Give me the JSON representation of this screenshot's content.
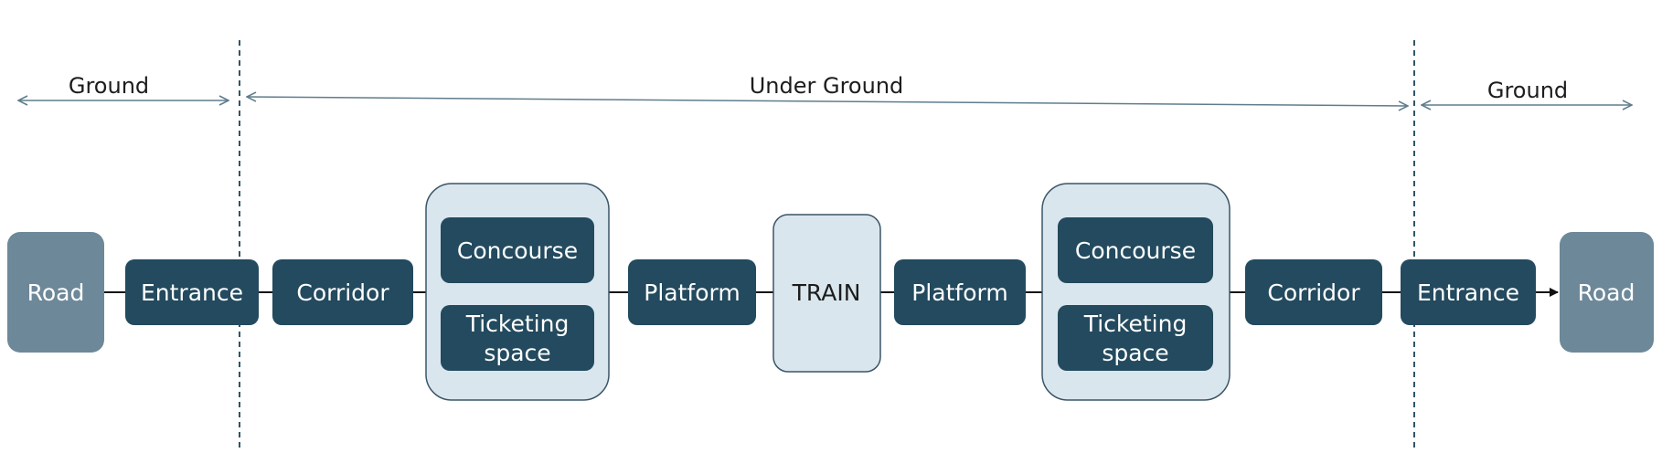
{
  "zones": {
    "ground_left": "Ground",
    "under_ground": "Under Ground",
    "ground_right": "Ground"
  },
  "nodes": {
    "road_left": "Road",
    "entrance_left": "Entrance",
    "corridor_left": "Corridor",
    "concourse_left": "Concourse",
    "ticketing_left": [
      "Ticketing",
      "space"
    ],
    "platform_left": "Platform",
    "train": "TRAIN",
    "platform_right": "Platform",
    "concourse_right": "Concourse",
    "ticketing_right": [
      "Ticketing",
      "space"
    ],
    "corridor_right": "Corridor",
    "entrance_right": "Entrance",
    "road_right": "Road"
  },
  "colors": {
    "road": "#6d8899",
    "node_dark": "#234a5e",
    "group_fill": "#dae6ee",
    "group_stroke": "#3b5566",
    "line": "#111111",
    "zone_arrow": "#5f7d8c",
    "boundary": "#2f5566"
  }
}
